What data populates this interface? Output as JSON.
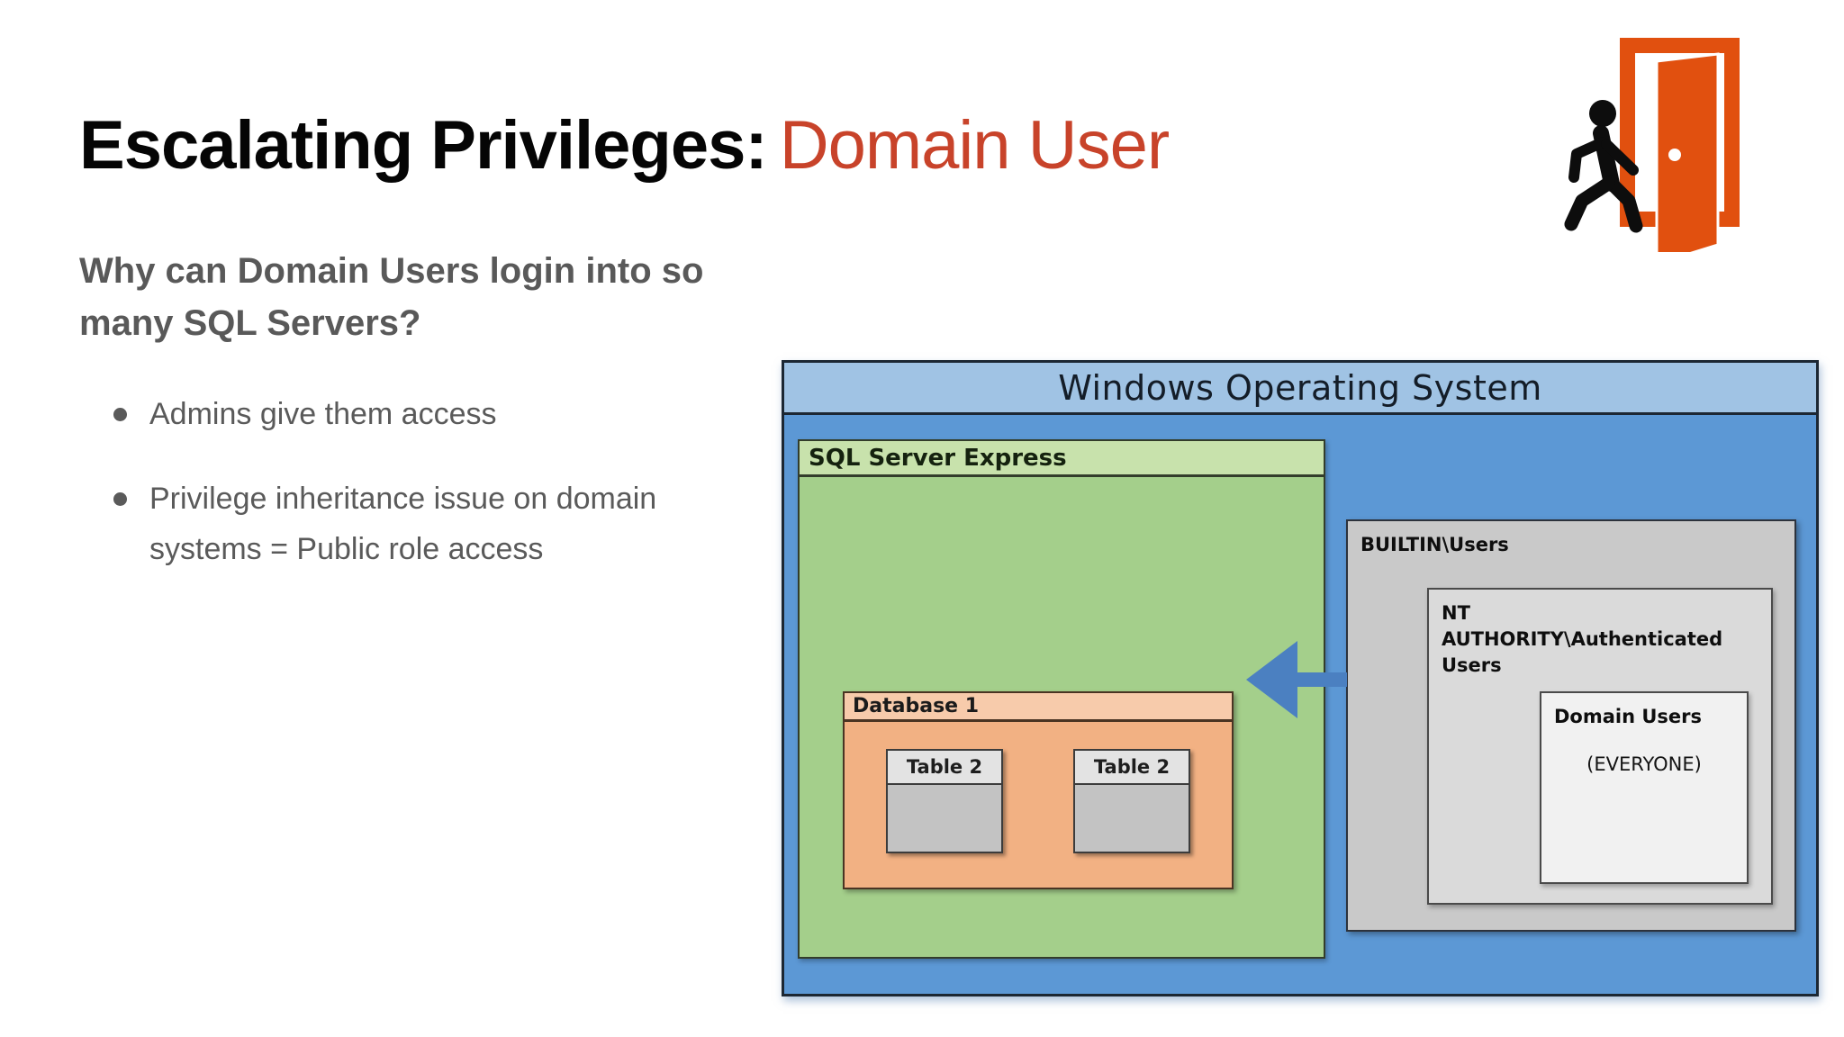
{
  "slide": {
    "title_black": "Escalating Privileges:",
    "title_red": "Domain User",
    "question_line1": "Why can Domain Users login into so",
    "question_line2": "many SQL Servers?",
    "bullets": [
      "Admins give them access",
      "Privilege inheritance issue on domain systems = Public role access"
    ]
  },
  "diagram": {
    "os_label": "Windows Operating System",
    "sql_server_label": "SQL Server Express",
    "database_label": "Database 1",
    "table1_label": "Table 2",
    "table2_label": "Table 2",
    "builtin_label": "BUILTIN\\Users",
    "nt_label": "NT AUTHORITY\\Authenticated Users",
    "domain_users_label": "Domain Users",
    "everyone_label": "(EVERYONE)"
  },
  "icons": {
    "door_icon": "open-door-with-walking-person",
    "arrow_icon": "left-arrow"
  },
  "colors": {
    "title_accent": "#c8432a",
    "door_orange": "#e1500f",
    "os_header_blue": "#a0c3e4",
    "os_body_blue": "#5c98d5",
    "sql_header_green": "#c8e2ac",
    "sql_body_green": "#a4cf8b",
    "db_header_peach": "#f7cbab",
    "db_body_orange": "#f2b183",
    "table_header_gray": "#e3e3e3",
    "table_body_gray": "#c3c3c3",
    "builtin_gray": "#c9c9c9",
    "nt_gray": "#dadada",
    "domain_box_gray": "#f1f1f1",
    "arrow_blue": "#4b80c1",
    "body_text_gray": "#5a5a5a"
  }
}
